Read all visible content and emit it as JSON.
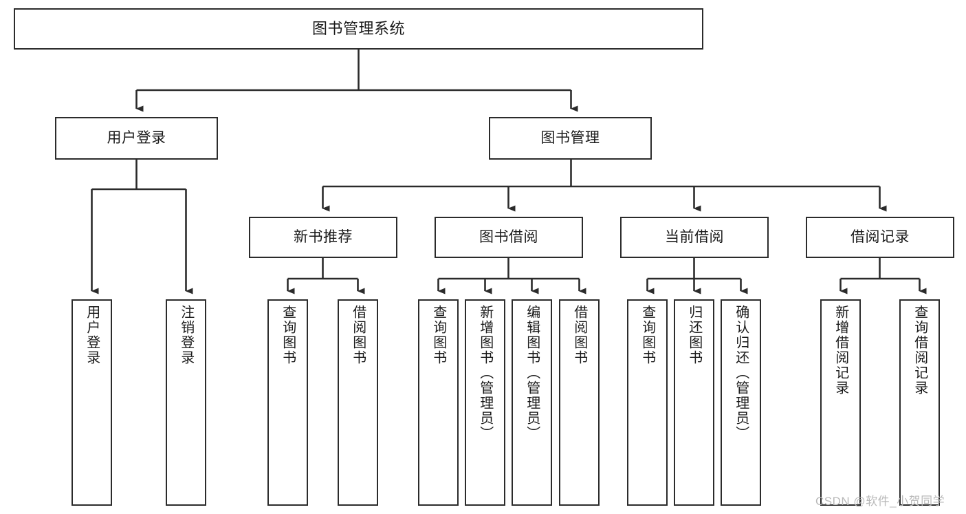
{
  "diagram": {
    "type": "tree-hierarchy-chart",
    "title": "图书管理系统",
    "orientation": "top-down",
    "colors": {
      "box_border": "#2b2b2b",
      "box_fill": "#ffffff",
      "connector": "#2b2b2b",
      "text": "#1a1a1a",
      "watermark": "#b9b9b9"
    },
    "root": {
      "label": "图书管理系统"
    },
    "level2": [
      {
        "label": "用户登录"
      },
      {
        "label": "图书管理"
      }
    ],
    "level3": [
      {
        "label": "新书推荐"
      },
      {
        "label": "图书借阅"
      },
      {
        "label": "当前借阅"
      },
      {
        "label": "借阅记录"
      }
    ],
    "leaves": {
      "user_login": [
        {
          "label": "用户登录"
        },
        {
          "label": "注销登录"
        }
      ],
      "new_book_recommend": [
        {
          "label": "查询图书"
        },
        {
          "label": "借阅图书"
        }
      ],
      "book_borrow": [
        {
          "label": "查询图书"
        },
        {
          "label": "新增图书（管理员）"
        },
        {
          "label": "编辑图书（管理员）"
        },
        {
          "label": "借阅图书"
        }
      ],
      "current_borrow": [
        {
          "label": "查询图书"
        },
        {
          "label": "归还图书"
        },
        {
          "label": "确认归还（管理员）"
        }
      ],
      "borrow_record": [
        {
          "label": "新增借阅记录"
        },
        {
          "label": "查询借阅记录"
        }
      ]
    }
  },
  "watermark": {
    "text": "CSDN @软件_小贺同学"
  }
}
